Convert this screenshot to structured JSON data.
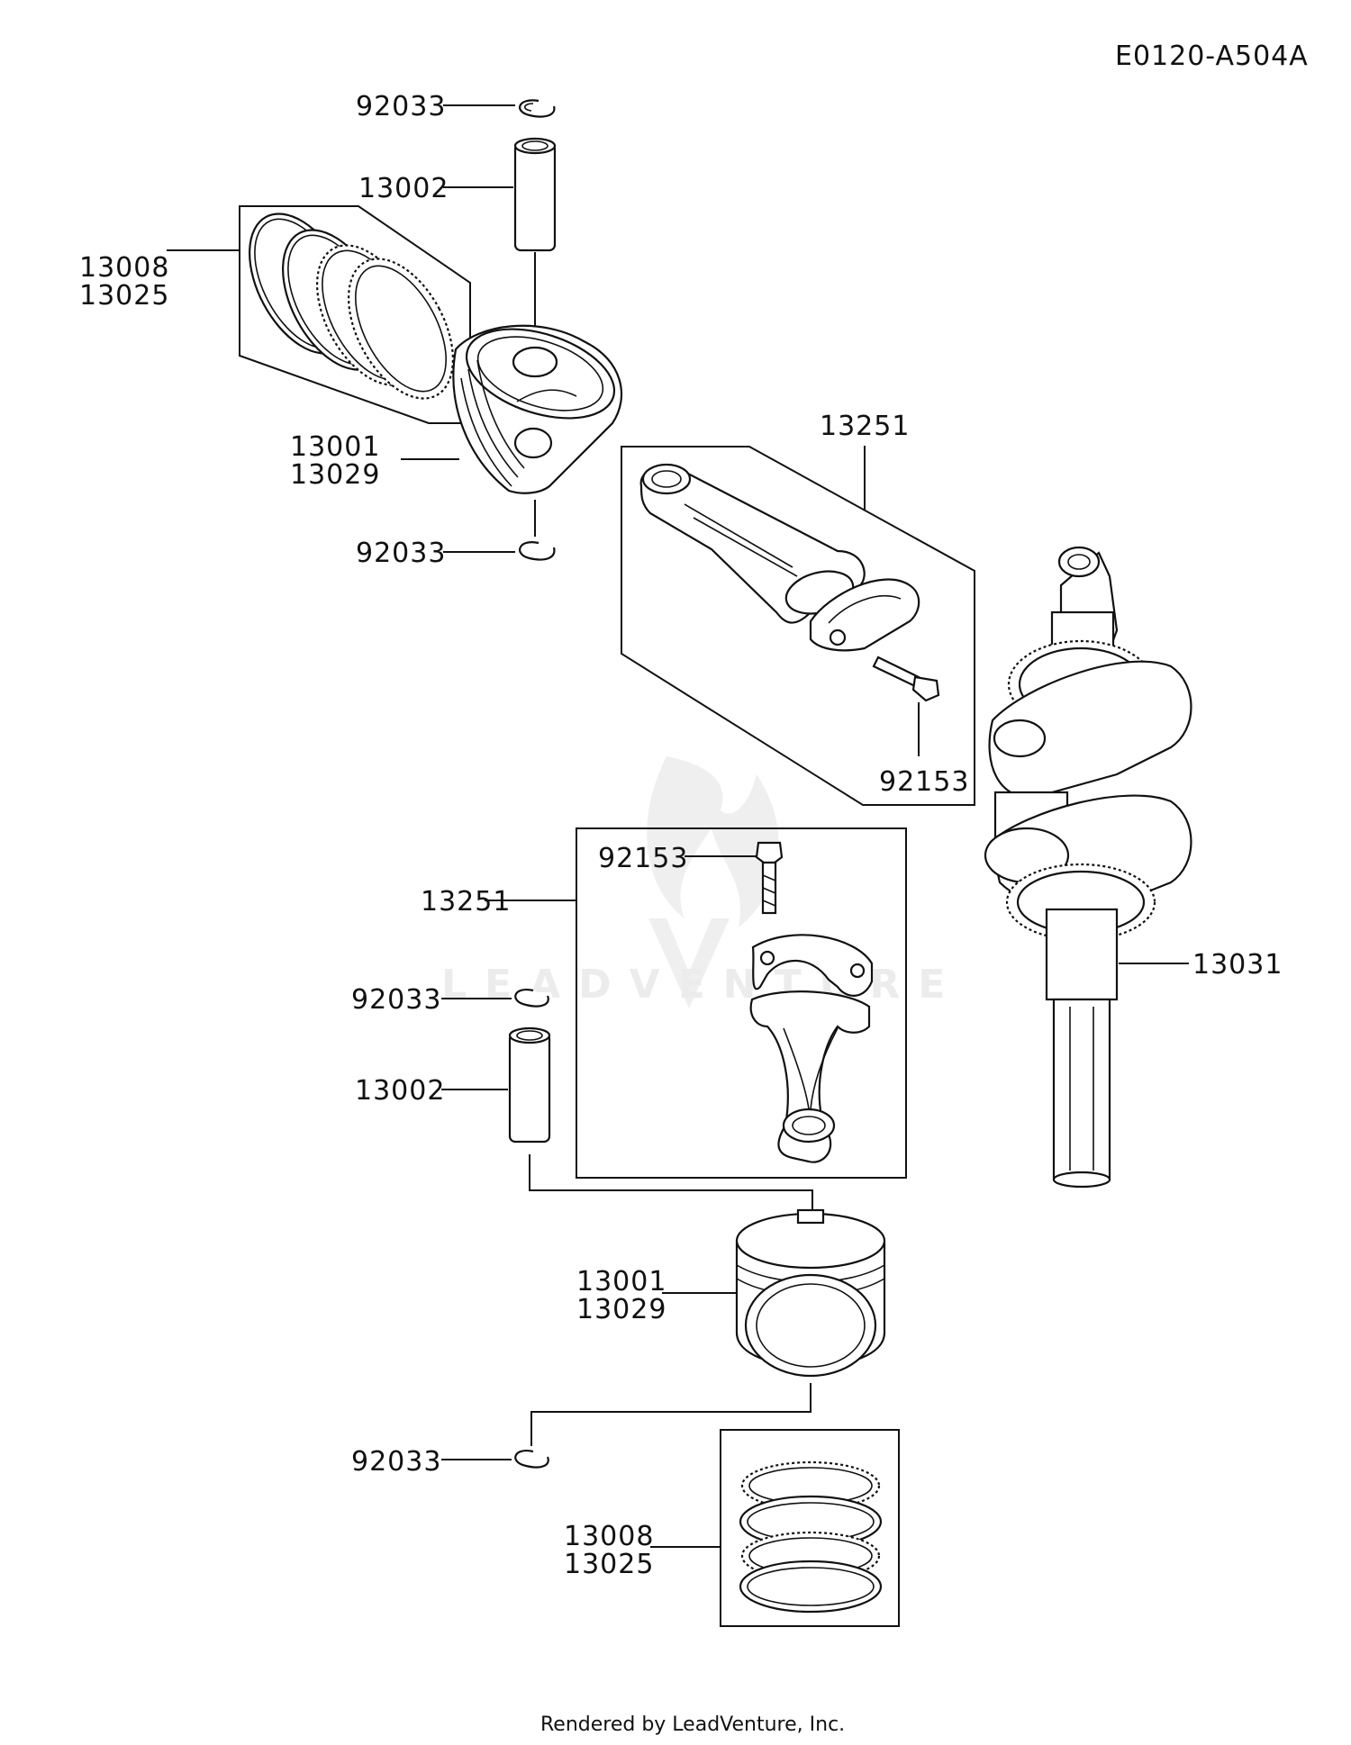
{
  "diagram": {
    "code": "E0120-A504A",
    "footer": "Rendered by LeadVenture, Inc.",
    "watermark": "LEADVENTURE",
    "callouts": {
      "c1": "92033",
      "c2": "13002",
      "c3a": "13008",
      "c3b": "13025",
      "c4a": "13001",
      "c4b": "13029",
      "c5": "92033",
      "c6": "13251",
      "c7": "92153",
      "c8": "92153",
      "c9": "13251",
      "c10": "92033",
      "c11": "13002",
      "c12": "13031",
      "c13a": "13001",
      "c13b": "13029",
      "c14": "92033",
      "c15a": "13008",
      "c15b": "13025"
    }
  }
}
